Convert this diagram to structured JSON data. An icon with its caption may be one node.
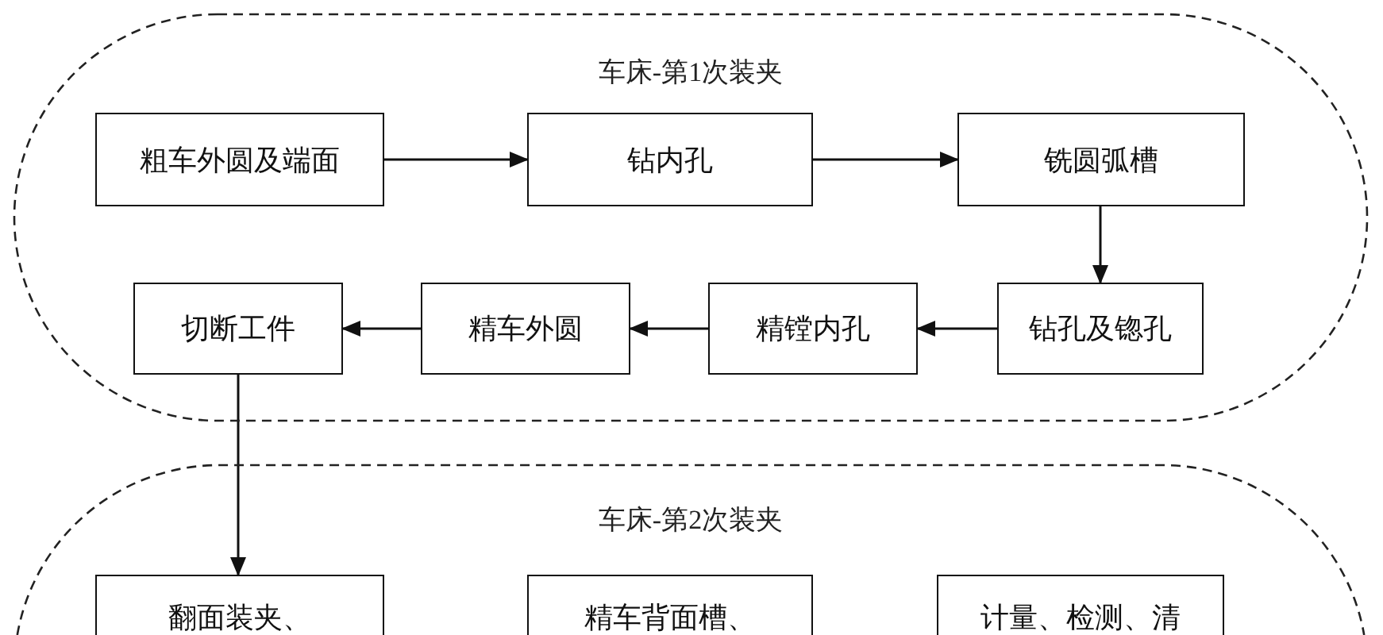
{
  "diagram": {
    "nodes": [
      {
        "text": [
          "车床-第1次装夹"
        ]
      },
      {
        "text": [
          "粗车外圆及端面"
        ],
        "in": 0
      },
      {
        "text": [
          "钻内孔"
        ],
        "in": 0
      },
      {
        "text": [
          "铣圆弧槽"
        ],
        "in": 0
      },
      {
        "text": [
          "钻孔及锪孔"
        ],
        "in": 0
      },
      {
        "text": [
          "精镗内孔"
        ],
        "in": 0
      },
      {
        "text": [
          "精车外圆"
        ],
        "in": 0
      },
      {
        "text": [
          "切断工件"
        ],
        "in": 0
      },
      {
        "text": [
          "车床-第2次装夹"
        ]
      },
      {
        "text": [
          "翻面装夹、"
        ],
        "in": 8
      },
      {
        "text": [
          "精车背面槽、"
        ],
        "in": 8
      },
      {
        "text": [
          "计量、检测、清"
        ],
        "in": 8
      }
    ],
    "edges": [
      {
        "from": 1,
        "to": 2,
        "arrow": "to"
      },
      {
        "from": 2,
        "to": 3,
        "arrow": "to"
      },
      {
        "from": 3,
        "to": 4,
        "arrow": "to"
      },
      {
        "from": 4,
        "to": 5,
        "arrow": "to"
      },
      {
        "from": 5,
        "to": 6,
        "arrow": "to"
      },
      {
        "from": 6,
        "to": 7,
        "arrow": "to"
      },
      {
        "from": 7,
        "to": 9,
        "arrow": "to"
      }
    ]
  }
}
